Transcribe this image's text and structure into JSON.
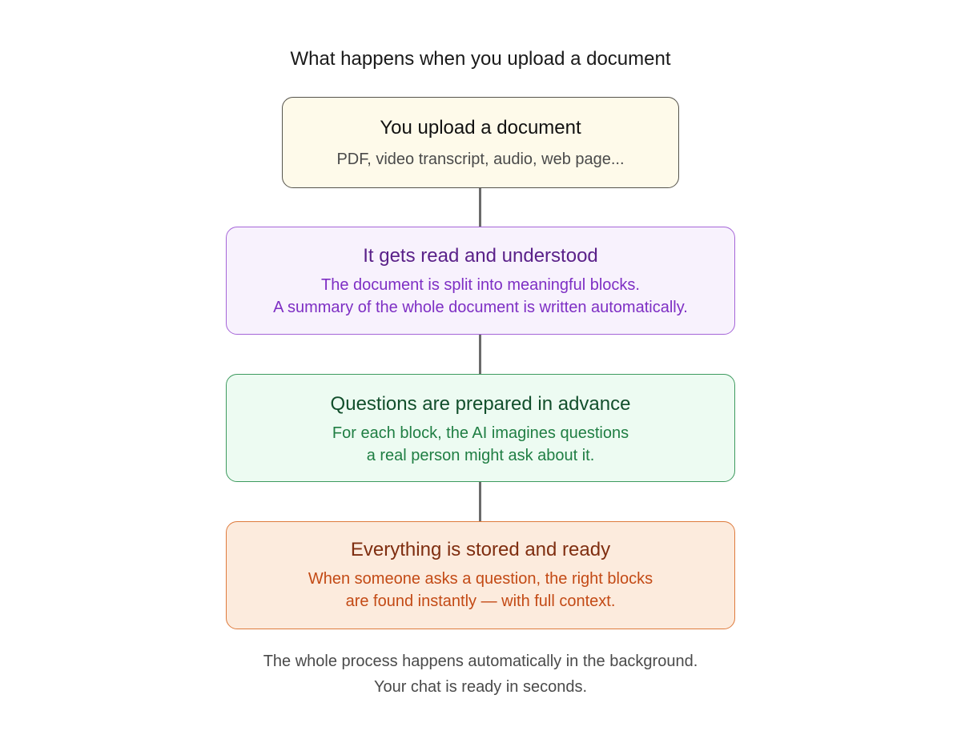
{
  "title": "What happens when you upload a document",
  "steps": [
    {
      "heading": "You upload a document",
      "lines": [
        "PDF, video transcript, audio, web page..."
      ]
    },
    {
      "heading": "It gets read and understood",
      "lines": [
        "The document is split into meaningful blocks.",
        "A summary of the whole document is written automatically."
      ]
    },
    {
      "heading": "Questions are prepared in advance",
      "lines": [
        "For each block, the AI imagines questions",
        "a real person might ask about it."
      ]
    },
    {
      "heading": "Everything is stored and ready",
      "lines": [
        "When someone asks a question, the right blocks",
        "are found instantly — with full context."
      ]
    }
  ],
  "footer": {
    "line1": "The whole process happens automatically in the background.",
    "line2": "Your chat is ready in seconds."
  },
  "colors": {
    "step1_bg": "#fefaea",
    "step2_bg": "#f8f2fd",
    "step3_bg": "#edfbf2",
    "step4_bg": "#fcebdd",
    "connector": "#6b6b6b"
  }
}
